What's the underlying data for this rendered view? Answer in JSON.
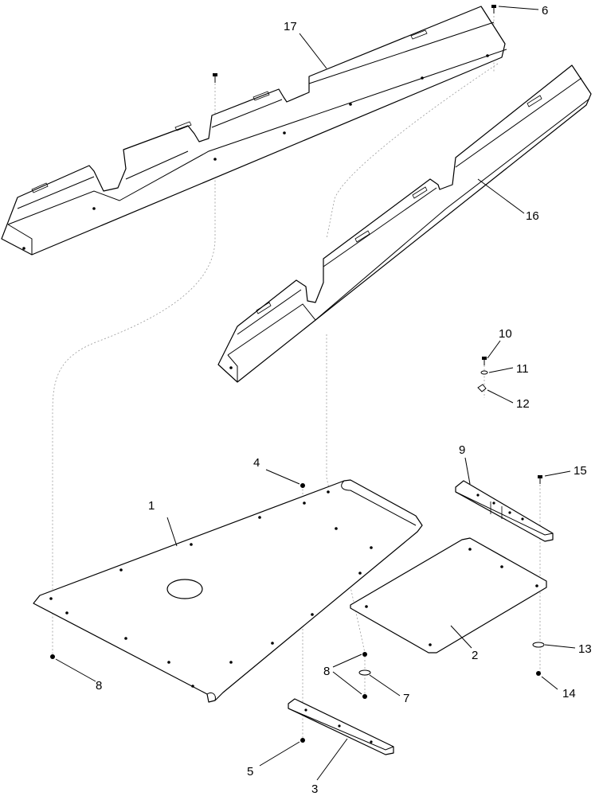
{
  "callouts": [
    "1",
    "2",
    "3",
    "4",
    "5",
    "6",
    "7",
    "8",
    "8",
    "9",
    "10",
    "11",
    "12",
    "13",
    "14",
    "15",
    "16",
    "17"
  ]
}
